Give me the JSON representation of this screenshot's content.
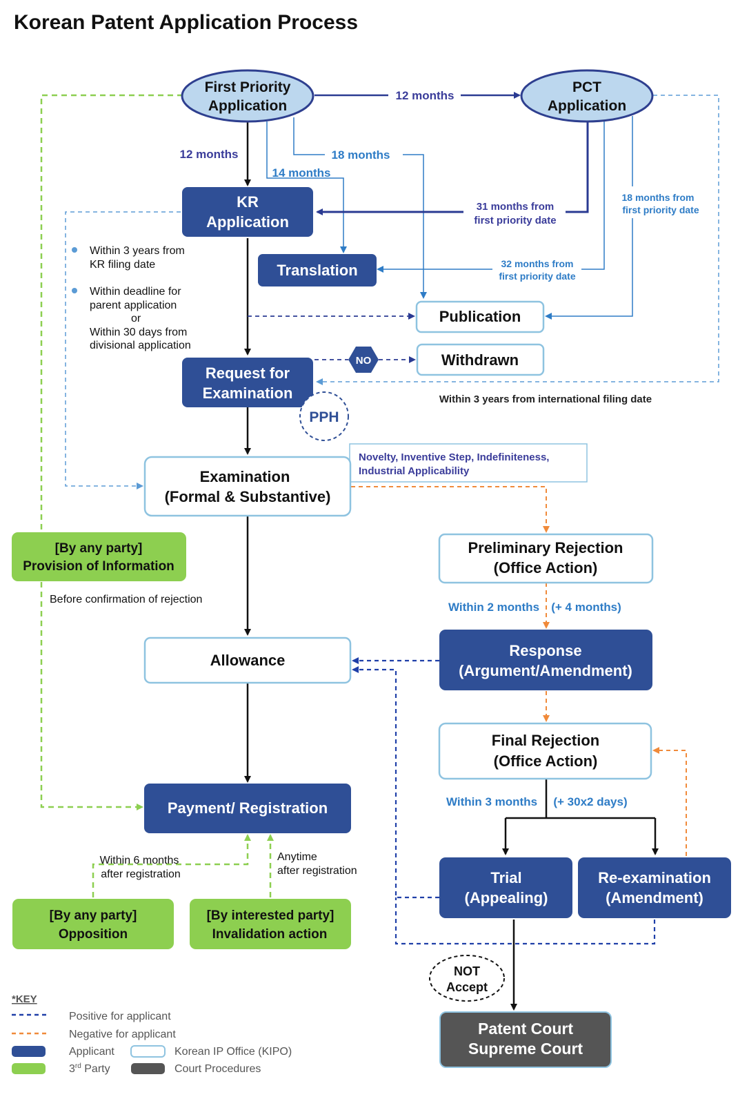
{
  "title": "Korean Patent Application Process",
  "colors": {
    "applicant": "#2F4F96",
    "kipo_border": "#8EC3E0",
    "third_party": "#8DCF50",
    "court": "#555555",
    "oval_fill": "#BCD7EE",
    "oval_stroke": "#2E3F8F",
    "positive": "#1F3FA8",
    "negative": "#F08A3A",
    "purple_text": "#3A3C9A",
    "blue_text": "#2E7CC6"
  },
  "nodes": {
    "first_priority": [
      "First Priority",
      "Application"
    ],
    "pct": [
      "PCT",
      "Application"
    ],
    "kr_application": [
      "KR",
      "Application"
    ],
    "translation": "Translation",
    "publication": "Publication",
    "withdrawn": "Withdrawn",
    "no_badge": "NO",
    "request_exam": [
      "Request for",
      "Examination"
    ],
    "pph": "PPH",
    "examination": [
      "Examination",
      "(Formal & Substantive)"
    ],
    "criteria": [
      "Novelty, Inventive Step, Indefiniteness,",
      "Industrial Applicability"
    ],
    "provision": [
      "[By any party]",
      "Provision of Information"
    ],
    "preliminary_rejection": [
      "Preliminary Rejection",
      "(Office Action)"
    ],
    "allowance": "Allowance",
    "response": [
      "Response",
      "(Argument/Amendment)"
    ],
    "final_rejection": [
      "Final Rejection",
      "(Office Action)"
    ],
    "payment": "Payment/ Registration",
    "trial": [
      "Trial",
      "(Appealing)"
    ],
    "reexam": [
      "Re-examination",
      "(Amendment)"
    ],
    "opposition": [
      "[By any party]",
      "Opposition"
    ],
    "invalidation": [
      "[By interested party]",
      "Invalidation action"
    ],
    "not_accept": [
      "NOT",
      "Accept"
    ],
    "court": [
      "Patent Court",
      "Supreme Court"
    ]
  },
  "labels": {
    "m12_top": "12 months",
    "m12_left": "12 months",
    "m18": "18 months",
    "m14": "14 months",
    "m31": [
      "31 months from",
      "first priority date"
    ],
    "m18_pct": [
      "18 months from",
      "first priority date"
    ],
    "m32": [
      "32 months from",
      "first priority date"
    ],
    "bullet1": [
      "Within 3 years from",
      "KR filing date"
    ],
    "bullet2": [
      "Within deadline for",
      "parent application",
      "or",
      "Within 30 days from",
      "divisional application"
    ],
    "intl": "Within 3 years from international filing date",
    "before_confirm": "Before confirmation of rejection",
    "within2": "Within 2 months",
    "plus4": "(+ 4 months)",
    "within3": "Within 3 months",
    "plus30": "(+ 30x2 days)",
    "within6": [
      "Within 6 months",
      "after registration"
    ],
    "anytime": [
      "Anytime",
      "after registration"
    ]
  },
  "key": {
    "title": "*KEY",
    "positive": "Positive for applicant",
    "negative": "Negative for applicant",
    "applicant": "Applicant",
    "kipo": "Korean IP Office (KIPO)",
    "third_party_num": "3",
    "third_party_sup": "rd",
    "third_party_rest": " Party",
    "court": "Court Procedures"
  }
}
